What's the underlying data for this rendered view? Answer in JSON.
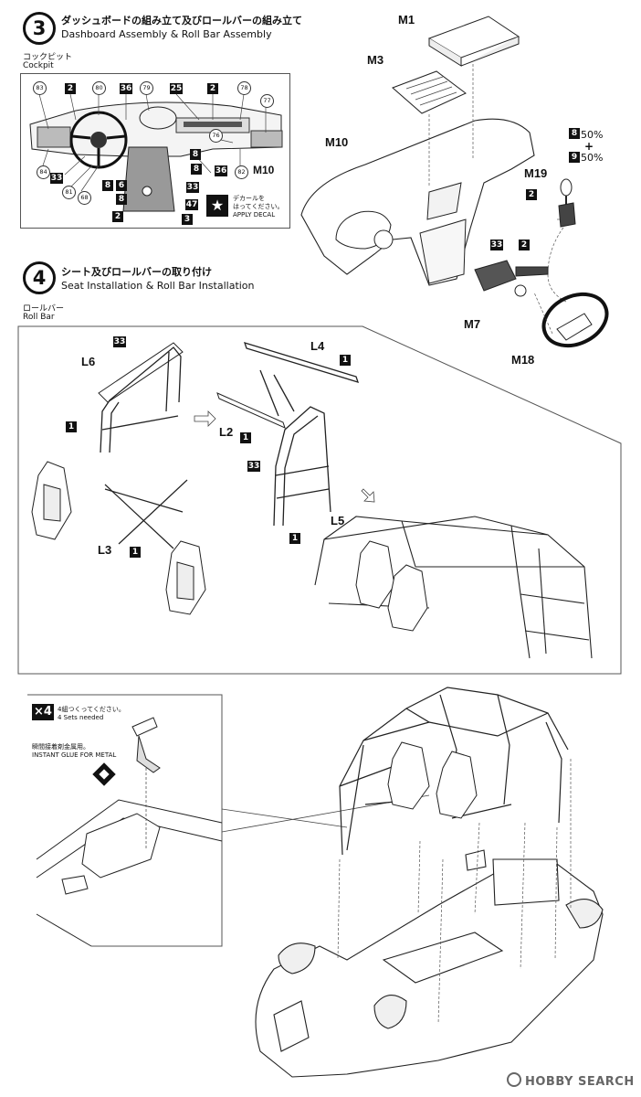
{
  "step3": {
    "number": "3",
    "title_jp": "ダッシュボードの組み立て及びロールバーの組み立て",
    "title_en": "Dashboard Assembly & Roll Bar Assembly",
    "cockpit_jp": "コックピット",
    "cockpit_en": "Cockpit",
    "cockpit_callouts": {
      "c83": "83",
      "c80": "80",
      "c79": "79",
      "c78": "78",
      "c77": "77",
      "c76": "76",
      "c84": "84",
      "c81": "81",
      "c68": "68",
      "c82": "82",
      "b2a": "2",
      "b2b": "2",
      "b36a": "36",
      "b25": "25",
      "b33a": "33",
      "b8a": "8",
      "b8b": "8",
      "b6": "6",
      "b8c": "8",
      "b33b": "33",
      "b47": "47",
      "b2c": "2",
      "b3": "3",
      "b36b": "36",
      "m10": "M10"
    },
    "decal_jp_1": "デカールを",
    "decal_jp_2": "はってください。",
    "decal_en": "APPLY DECAL",
    "parts": {
      "m1": "M1",
      "m3": "M3",
      "m10": "M10",
      "m19": "M19",
      "m7": "M7",
      "m18": "M18",
      "b2a": "2",
      "b2b": "2",
      "b33": "33",
      "b8": "8",
      "b9": "9"
    },
    "ratio_8": "50%",
    "ratio_plus": "+",
    "ratio_9": "50%"
  },
  "step4": {
    "number": "4",
    "title_jp": "シート及びロールバーの取り付け",
    "title_en": "Seat Installation & Roll Bar Installation",
    "rollbar_jp": "ロールバー",
    "rollbar_en": "Roll Bar",
    "parts": {
      "l6": "L6",
      "l4": "L4",
      "l2": "L2",
      "l3": "L3",
      "l5": "L5",
      "b33a": "33",
      "b33b": "33",
      "b1a": "1",
      "b1b": "1",
      "b1c": "1",
      "b1d": "1",
      "b1e": "1"
    }
  },
  "detail": {
    "multiplier": "×4",
    "sets_jp": "4組つくってください。",
    "sets_en": "4 Sets needed",
    "glue_jp": "瞬間接着剤金属用。",
    "glue_en": "INSTANT GLUE FOR METAL"
  },
  "watermark": "HOBBY SEARCH"
}
